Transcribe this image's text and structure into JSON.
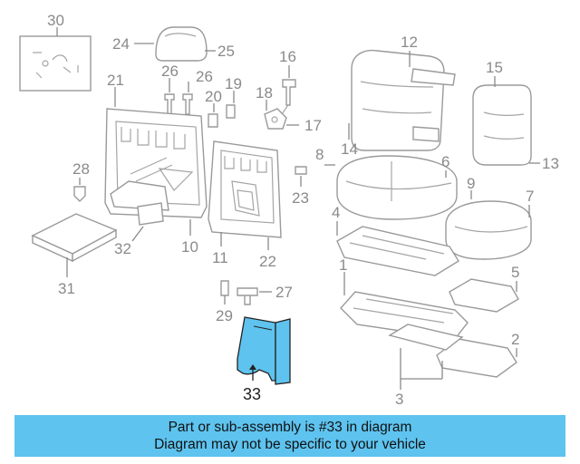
{
  "diagram": {
    "labels": [
      "30",
      "24",
      "25",
      "16",
      "12",
      "15",
      "26",
      "26",
      "21",
      "20",
      "19",
      "18",
      "17",
      "14",
      "8",
      "6",
      "13",
      "28",
      "9",
      "7",
      "23",
      "4",
      "32",
      "10",
      "11",
      "22",
      "1",
      "5",
      "31",
      "27",
      "29",
      "2",
      "3",
      "33"
    ],
    "highlight_label": "33",
    "highlight_color": "#5ec3ef"
  },
  "banner": {
    "line1": "Part or sub-assembly is #33 in diagram",
    "line2": "Diagram may not be specific to your vehicle",
    "color": "#5ec3ef"
  }
}
